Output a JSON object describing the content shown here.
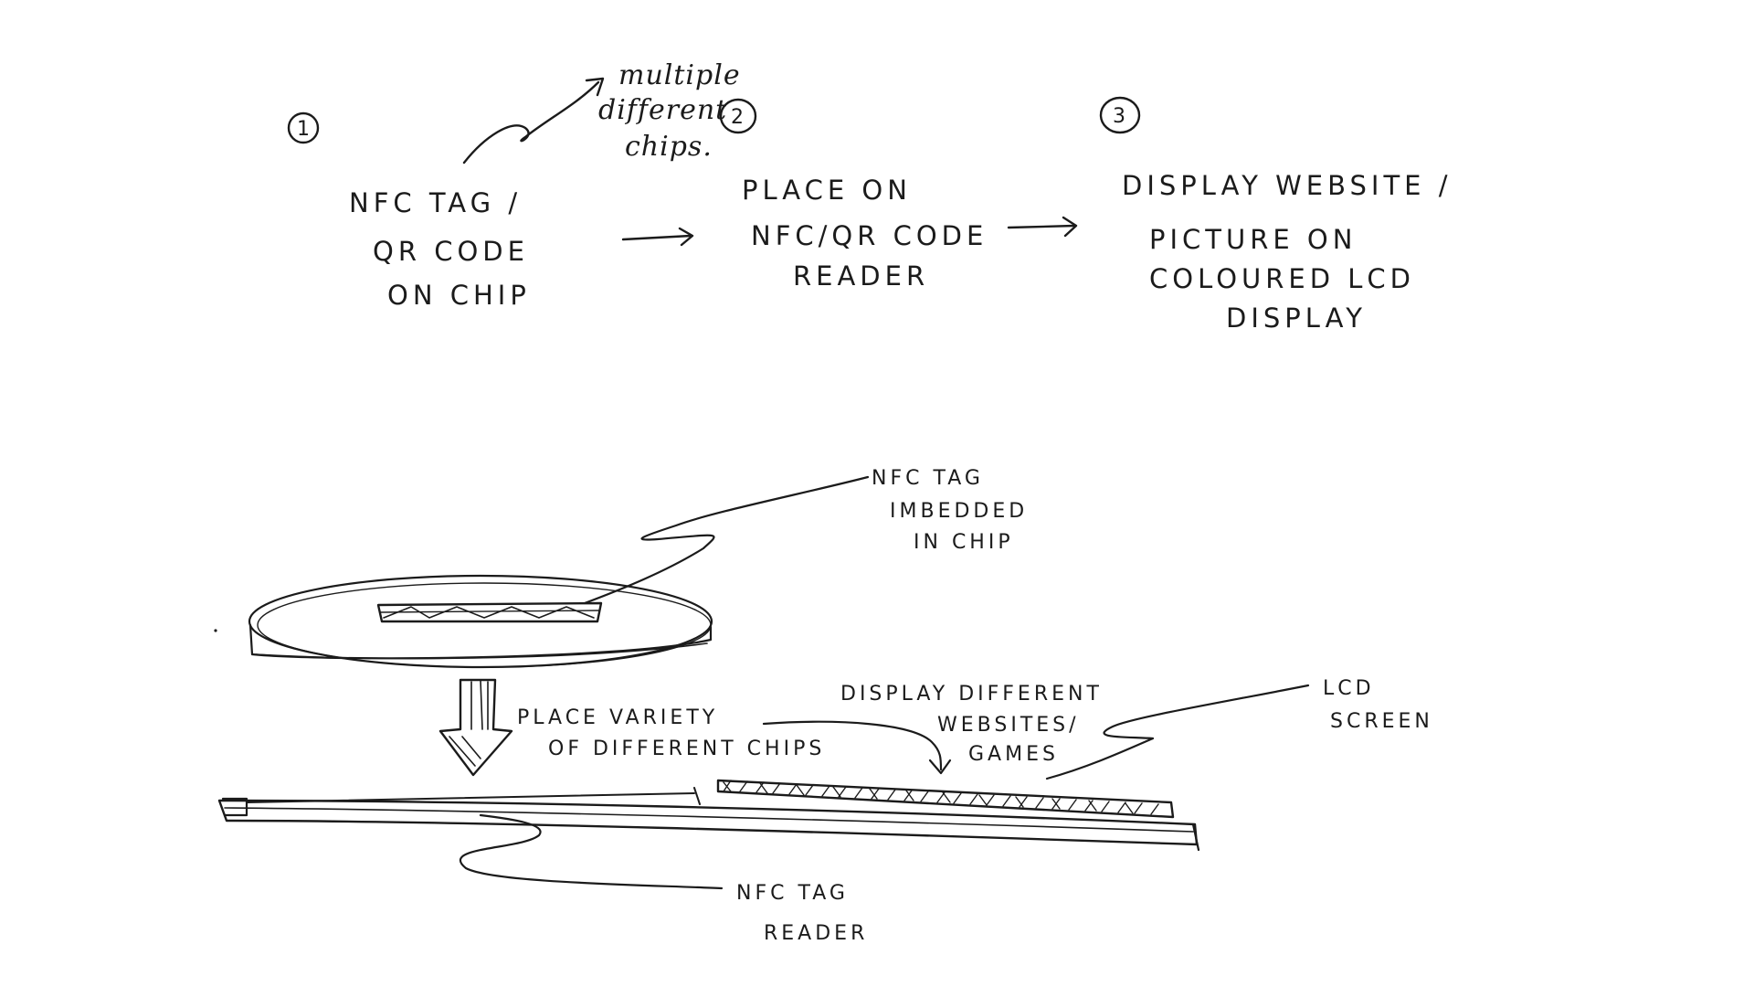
{
  "flow": {
    "step1": {
      "number": "1",
      "line1": "NFC TAG /",
      "line2": "QR CODE",
      "line3": "ON CHIP",
      "note_line1": "multiple",
      "note_line2": "different",
      "note_line3": "chips."
    },
    "step2": {
      "number": "2",
      "line1": "PLACE ON",
      "line2": "NFC/QR CODE",
      "line3": "READER"
    },
    "step3": {
      "number": "3",
      "line1": "DISPLAY WEBSITE /",
      "line2": "PICTURE ON",
      "line3": "COLOURED LCD",
      "line4": "DISPLAY"
    }
  },
  "sketch": {
    "tag_label_line1": "NFC TAG",
    "tag_label_line2": "IMBEDDED",
    "tag_label_line3": "IN CHIP",
    "place_line1": "PLACE VARIETY",
    "place_line2": "OF DIFFERENT CHIPS",
    "display_line1": "DISPLAY DIFFERENT",
    "display_line2": "WEBSITES/",
    "display_line3": "GAMES",
    "lcd_line1": "LCD",
    "lcd_line2": "SCREEN",
    "reader_line1": "NFC TAG",
    "reader_line2": "READER"
  }
}
